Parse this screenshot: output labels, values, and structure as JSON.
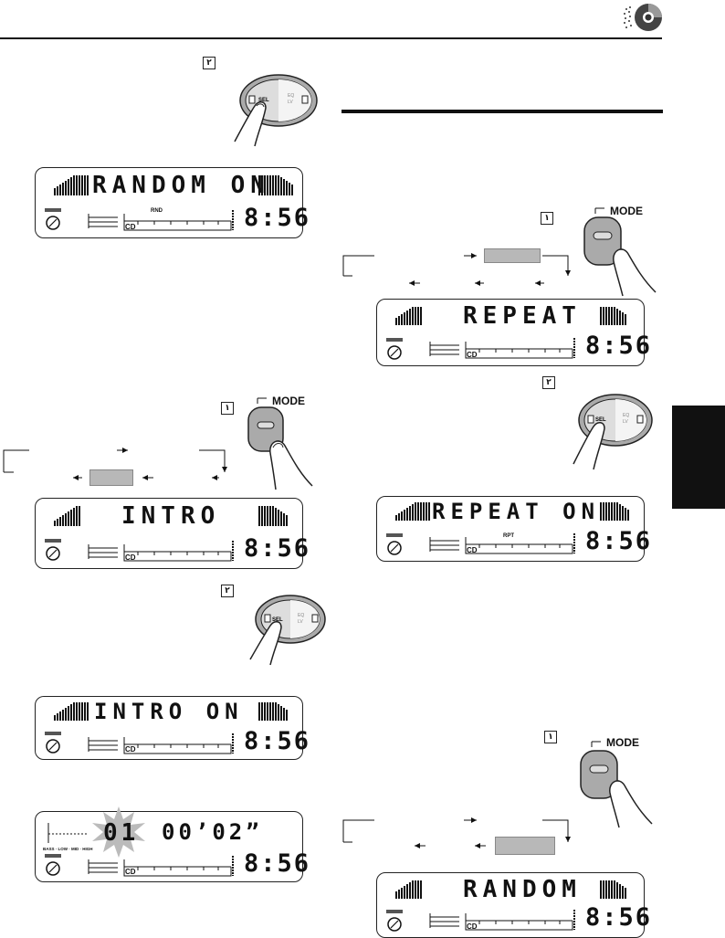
{
  "header": {
    "disc_icon": "cd-disc-icon"
  },
  "steps": {
    "one": "١",
    "two": "٢"
  },
  "buttons": {
    "mode_label": "MODE",
    "sel_label": "SEL",
    "eq_label": "EQ",
    "lv_label": "LV"
  },
  "displays": {
    "random_on": {
      "text": "RANDOM ON",
      "clock": "8:56",
      "source": "CD",
      "indicator": "RND"
    },
    "intro": {
      "text": "INTRO",
      "clock": "8:56",
      "source": "CD"
    },
    "intro_on": {
      "text": "INTRO ON",
      "clock": "8:56",
      "source": "CD"
    },
    "intro_time": {
      "track": "01",
      "time": "00’02”",
      "clock": "8:56",
      "source": "CD",
      "bands": "BASS · LOW · MID · HIGH"
    },
    "repeat": {
      "text": "REPEAT",
      "clock": "8:56",
      "source": "CD"
    },
    "repeat_on": {
      "text": "REPEAT ON",
      "clock": "8:56",
      "source": "CD",
      "indicator": "RPT"
    },
    "random": {
      "text": "RANDOM",
      "clock": "8:56",
      "source": "CD"
    }
  }
}
